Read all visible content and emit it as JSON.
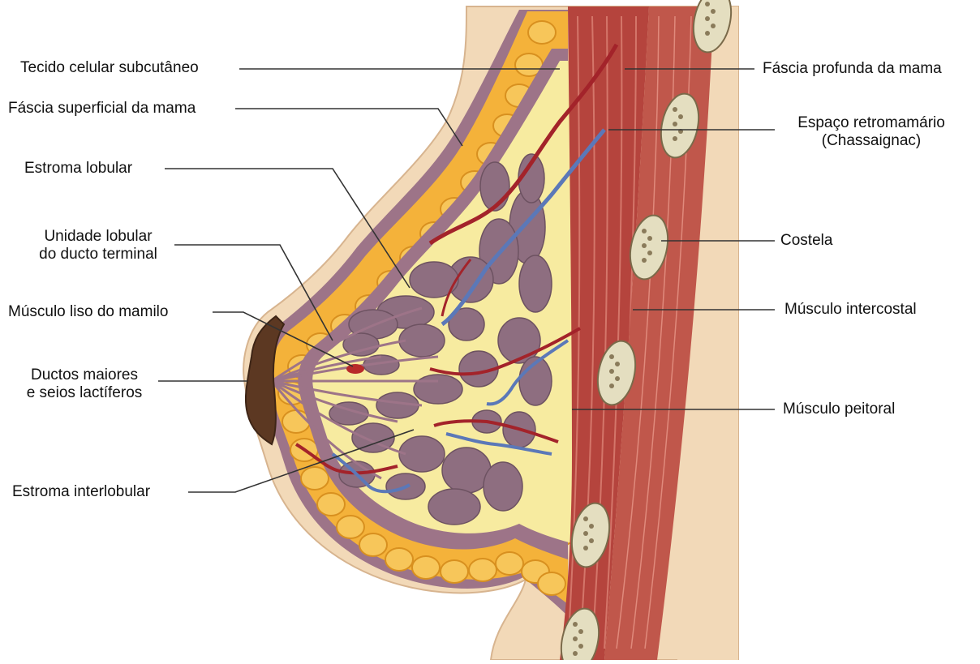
{
  "labels_left": {
    "tecido_celular": "Tecido celular subcutâneo",
    "fascia_superficial": "Fáscia superficial da mama",
    "estroma_lobular": "Estroma lobular",
    "unidade_lobular_l1": "Unidade lobular",
    "unidade_lobular_l2": "do ducto terminal",
    "musculo_liso": "Músculo liso do mamilo",
    "ductos_l1": "Ductos maiores",
    "ductos_l2": "e seios lactíferos",
    "estroma_interlobular": "Estroma interlobular"
  },
  "labels_right": {
    "fascia_profunda": "Fáscia profunda da mama",
    "espaco_l1": "Espaço retromamário",
    "espaco_l2": "(Chassaignac)",
    "costela": "Costela",
    "musculo_intercostal": "Músculo intercostal",
    "musculo_peitoral": "Músculo peitoral"
  },
  "colors": {
    "skin": "#f2d9b8",
    "skin_edge": "#d7b48f",
    "fat": "#f4b23a",
    "fat_dark": "#d8901f",
    "fascia": "#9d7488",
    "stroma": "#f7eba0",
    "lobule": "#8e6e80",
    "muscle": "#b5443d",
    "muscle_light": "#d4766a",
    "rib": "#e4dec0",
    "artery": "#a3232a",
    "vein": "#5b78b8",
    "nipple": "#5c3822",
    "leader": "#333333"
  }
}
